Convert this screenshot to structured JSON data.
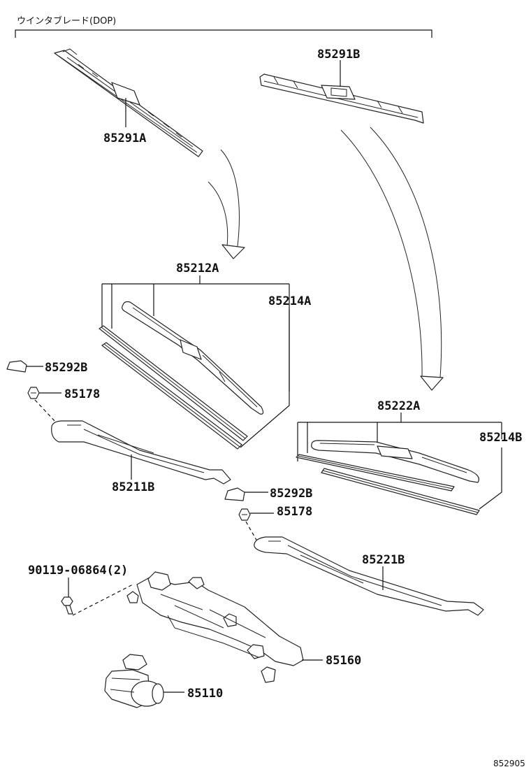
{
  "header": {
    "title": "ウインタブレード(DOP)"
  },
  "labels": {
    "p85291A": "85291A",
    "p85291B": "85291B",
    "p85212A": "85212A",
    "p85214A": "85214A",
    "p85292B_1": "85292B",
    "p85178_1": "85178",
    "p85211B": "85211B",
    "p85222A": "85222A",
    "p85214B": "85214B",
    "p85292B_2": "85292B",
    "p85178_2": "85178",
    "p85221B": "85221B",
    "p90119": "90119-06864(2)",
    "p85160": "85160",
    "p85110": "85110"
  },
  "figure_id": "852905"
}
